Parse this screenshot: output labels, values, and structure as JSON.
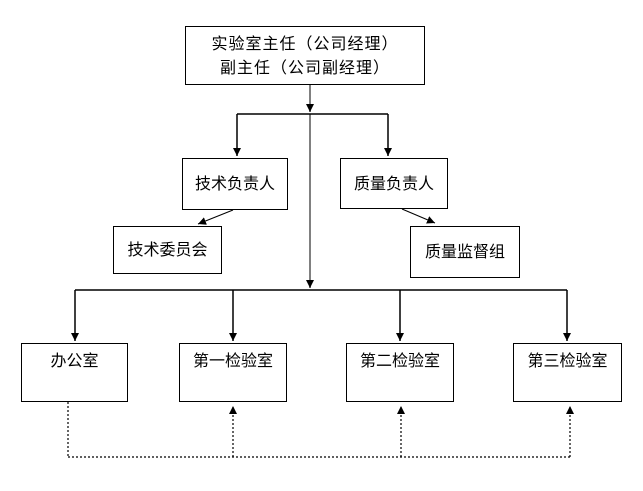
{
  "diagram": {
    "type": "org-chart",
    "background_color": "#ffffff",
    "line_color": "#000000",
    "trunk_line_color": "#808080",
    "nodes": {
      "director": {
        "line1": "实验室主任（公司经理）",
        "line2": "副主任（公司副经理）"
      },
      "technical_manager": {
        "label": "技术负责人"
      },
      "quality_manager": {
        "label": "质量负责人"
      },
      "technical_committee": {
        "label": "技术委员会"
      },
      "quality_supervision_group": {
        "label": "质量监督组"
      },
      "office": {
        "label": "办公室"
      },
      "inspection_room_1": {
        "label": "第一检验室"
      },
      "inspection_room_2": {
        "label": "第二检验室"
      },
      "inspection_room_3": {
        "label": "第三检验室"
      }
    },
    "edges": {
      "solid_arrows": [
        "director -> split",
        "split -> technical_manager",
        "split -> quality_manager",
        "technical_manager -> technical_committee",
        "quality_manager -> quality_supervision_group",
        "trunk -> distribution_bar",
        "distribution_bar -> office",
        "distribution_bar -> inspection_room_1",
        "distribution_bar -> inspection_room_2",
        "distribution_bar -> inspection_room_3"
      ],
      "dotted_arrows": [
        "office -> inspection_room_1",
        "office -> inspection_room_2",
        "office -> inspection_room_3"
      ]
    }
  }
}
